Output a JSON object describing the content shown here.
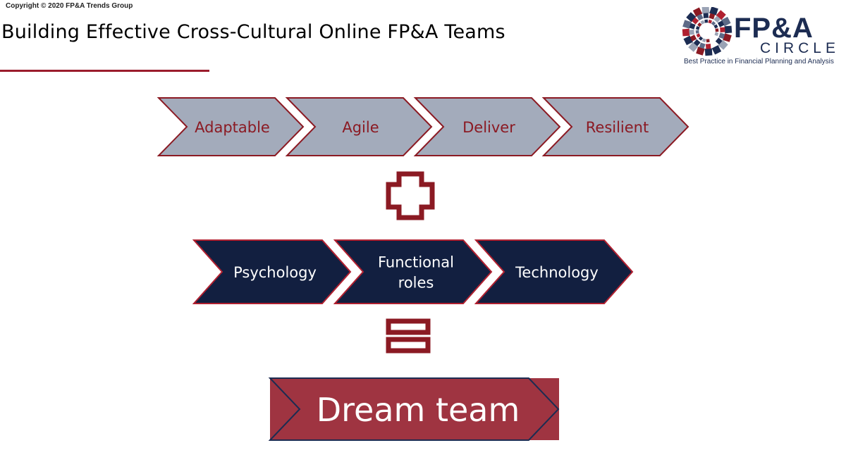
{
  "copyright": "Copyright © 2020 FP&A Trends Group",
  "title": "Building Effective Cross-Cultural Online FP&A Teams",
  "logo": {
    "name": "FP&A",
    "subname": "CIRCLE",
    "tagline": "Best Practice in Financial Planning and Analysis"
  },
  "traits": [
    "Adaptable",
    "Agile",
    "Deliver",
    "Resilient"
  ],
  "plus_symbol": "plus",
  "pillars": [
    {
      "lines": [
        "Psychology"
      ]
    },
    {
      "lines": [
        "Functional",
        "roles"
      ]
    },
    {
      "lines": [
        "Technology"
      ]
    }
  ],
  "equals_symbol": "equals",
  "result": "Dream team",
  "colors": {
    "trait_fill": "#a3abbb",
    "trait_stroke": "#8b1a23",
    "trait_text": "#8b1a23",
    "pillar_fill": "#121f40",
    "pillar_stroke": "#b02030",
    "pillar_text": "#ffffff",
    "operator": "#8b1a23",
    "result_fill": "#9f3441",
    "result_stroke": "#1c2c52",
    "result_text": "#ffffff"
  }
}
